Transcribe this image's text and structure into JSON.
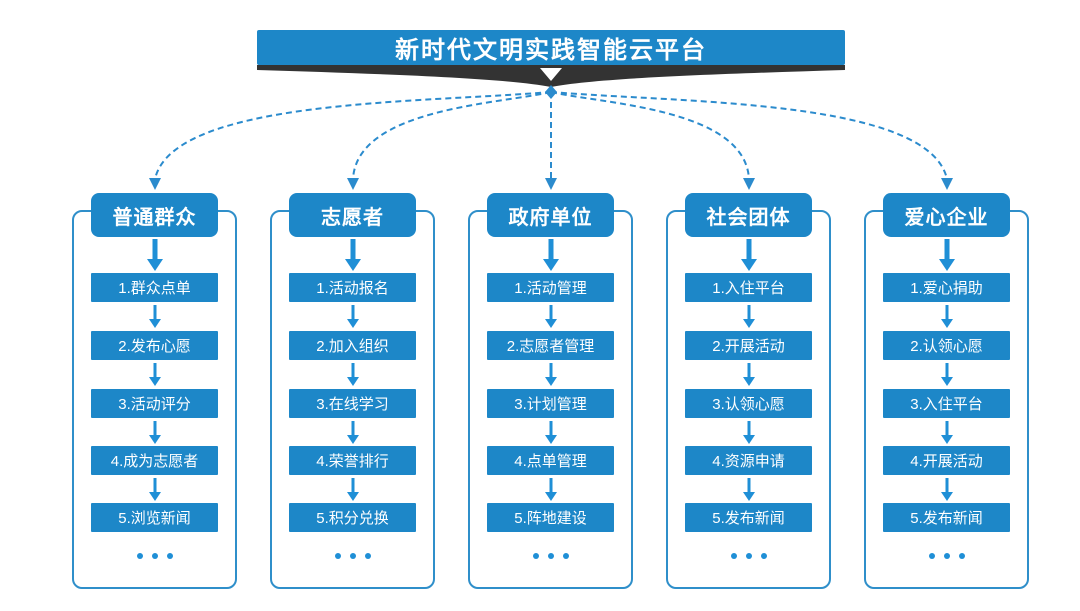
{
  "title": "新时代文明实践智能云平台",
  "ellipsis_label": "三个圆点(更多)",
  "colors": {
    "box_blue": "#1d87c8",
    "arrow_blue": "#1f8fd6",
    "frame_border_blue": "#2f8fca",
    "connector_blue": "#2b8bcd",
    "ribbon_dark": "#333333",
    "text_white": "#ffffff"
  },
  "icons": {
    "ribbon_arrow": "white-down-triangle",
    "fan_origin": "blue-diamond",
    "connector_arrowhead": "blue-down-triangle"
  },
  "columns": [
    {
      "header": "普通群众",
      "items": [
        "1.群众点单",
        "2.发布心愿",
        "3.活动评分",
        "4.成为志愿者",
        "5.浏览新闻"
      ]
    },
    {
      "header": "志愿者",
      "items": [
        "1.活动报名",
        "2.加入组织",
        "3.在线学习",
        "4.荣誉排行",
        "5.积分兑换"
      ]
    },
    {
      "header": "政府单位",
      "items": [
        "1.活动管理",
        "2.志愿者管理",
        "3.计划管理",
        "4.点单管理",
        "5.阵地建设"
      ]
    },
    {
      "header": "社会团体",
      "items": [
        "1.入住平台",
        "2.开展活动",
        "3.认领心愿",
        "4.资源申请",
        "5.发布新闻"
      ]
    },
    {
      "header": "爱心企业",
      "items": [
        "1.爱心捐助",
        "2.认领心愿",
        "3.入住平台",
        "4.开展活动",
        "5.发布新闻"
      ]
    }
  ]
}
